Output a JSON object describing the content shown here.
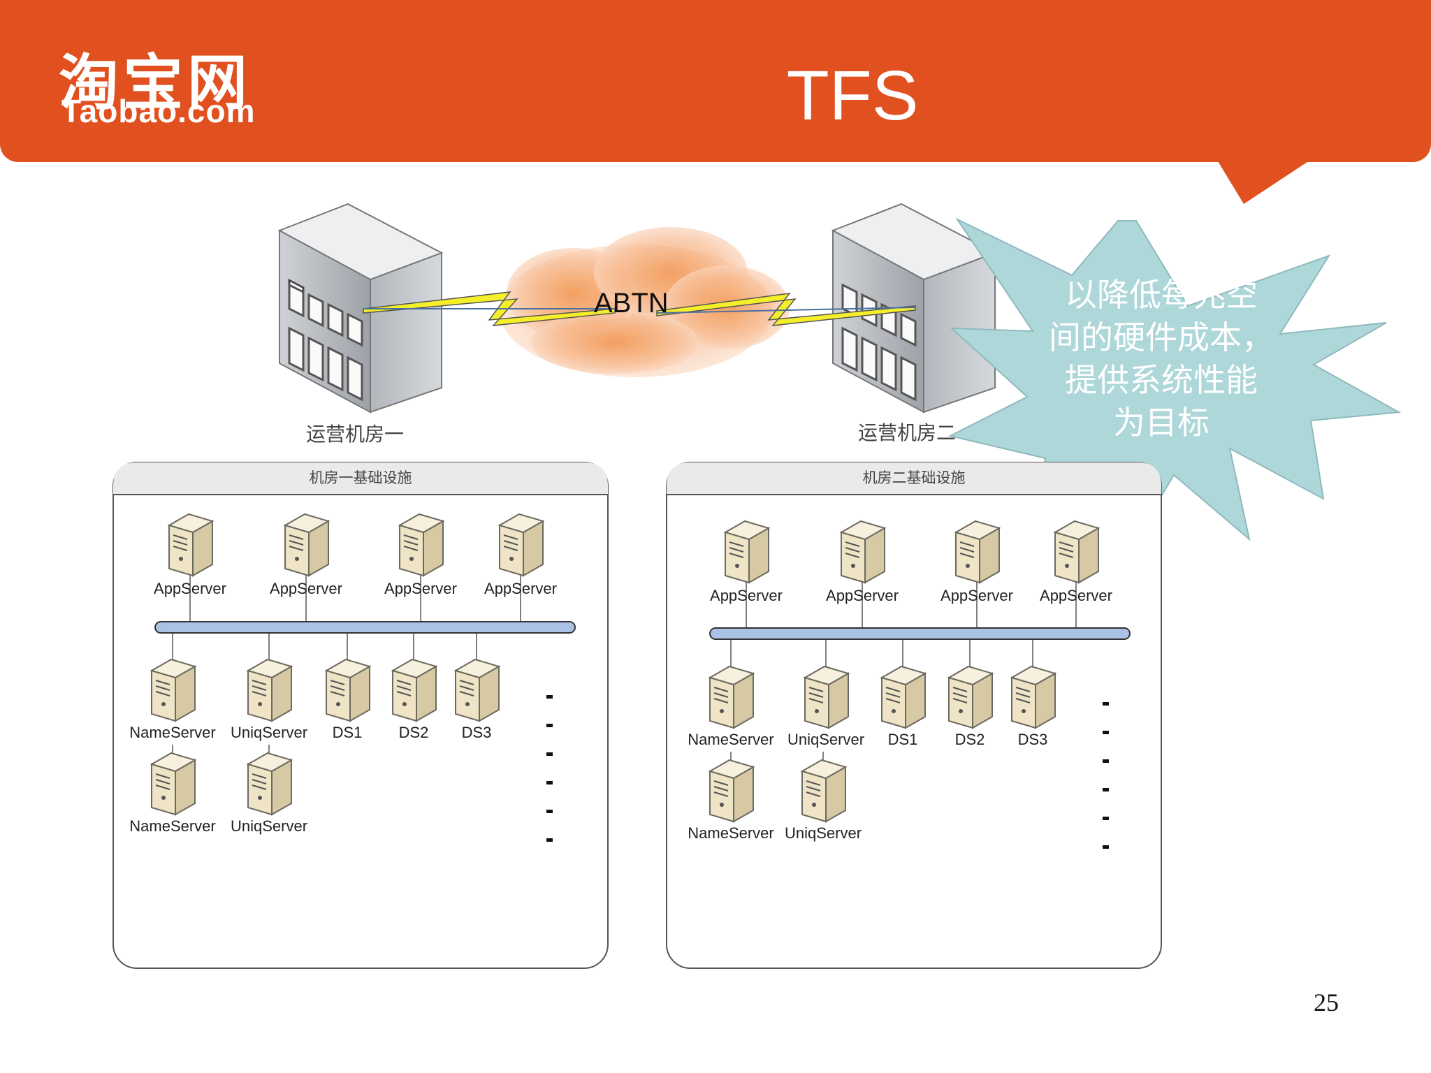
{
  "header": {
    "logo_cn": "淘宝网",
    "logo_en": "Taobao.com",
    "title": "TFS",
    "color": "#e1501f"
  },
  "network": {
    "label": "ABTN",
    "site_left": "运营机房一",
    "site_right": "运营机房二"
  },
  "callout": {
    "lines": [
      "以降低每兆空",
      "间的硬件成本，",
      "提供系统性能",
      "为目标"
    ],
    "color": "#aed7d9"
  },
  "panels": [
    {
      "title": "机房一基础设施",
      "app_servers": [
        "AppServer",
        "AppServer",
        "AppServer",
        "AppServer"
      ],
      "row1": [
        "NameServer",
        "UniqServer",
        "DS1",
        "DS2",
        "DS3"
      ],
      "row2": [
        "NameServer",
        "UniqServer"
      ]
    },
    {
      "title": "机房二基础设施",
      "app_servers": [
        "AppServer",
        "AppServer",
        "AppServer",
        "AppServer"
      ],
      "row1": [
        "NameServer",
        "UniqServer",
        "DS1",
        "DS2",
        "DS3"
      ],
      "row2": [
        "NameServer",
        "UniqServer"
      ]
    }
  ],
  "page_number": "25"
}
